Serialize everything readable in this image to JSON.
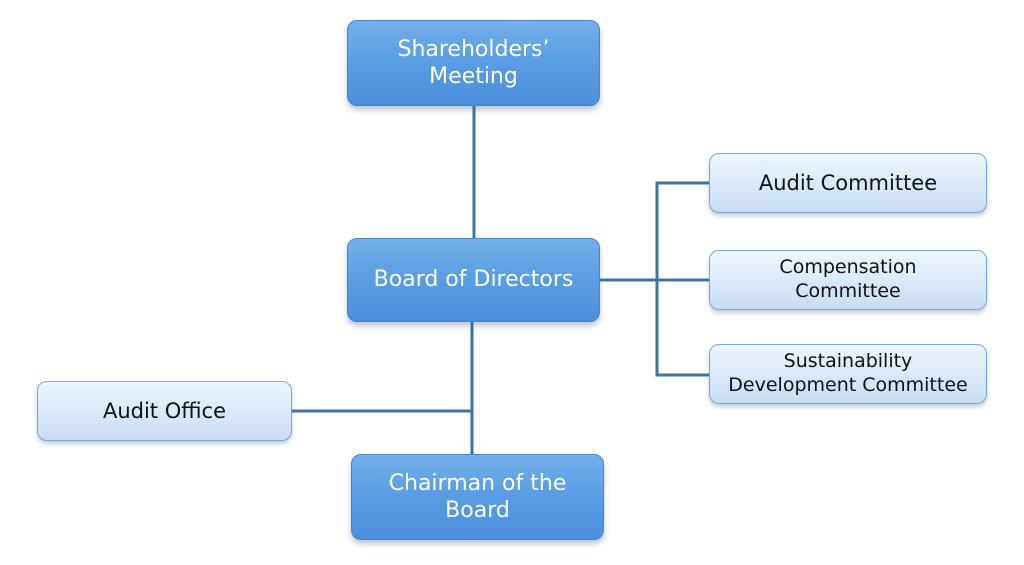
{
  "colors": {
    "primary_fill": "#5a9ee4",
    "secondary_fill": "#d9e8f8",
    "connector": "#3f73a6"
  },
  "nodes": {
    "shareholders_meeting": "Shareholders’\nMeeting",
    "board_of_directors": "Board of Directors",
    "chairman_of_the_board": "Chairman of the\nBoard",
    "audit_office": "Audit Office",
    "audit_committee": "Audit Committee",
    "compensation_committee": "Compensation\nCommittee",
    "sustainability_committee": "Sustainability\nDevelopment Committee"
  }
}
